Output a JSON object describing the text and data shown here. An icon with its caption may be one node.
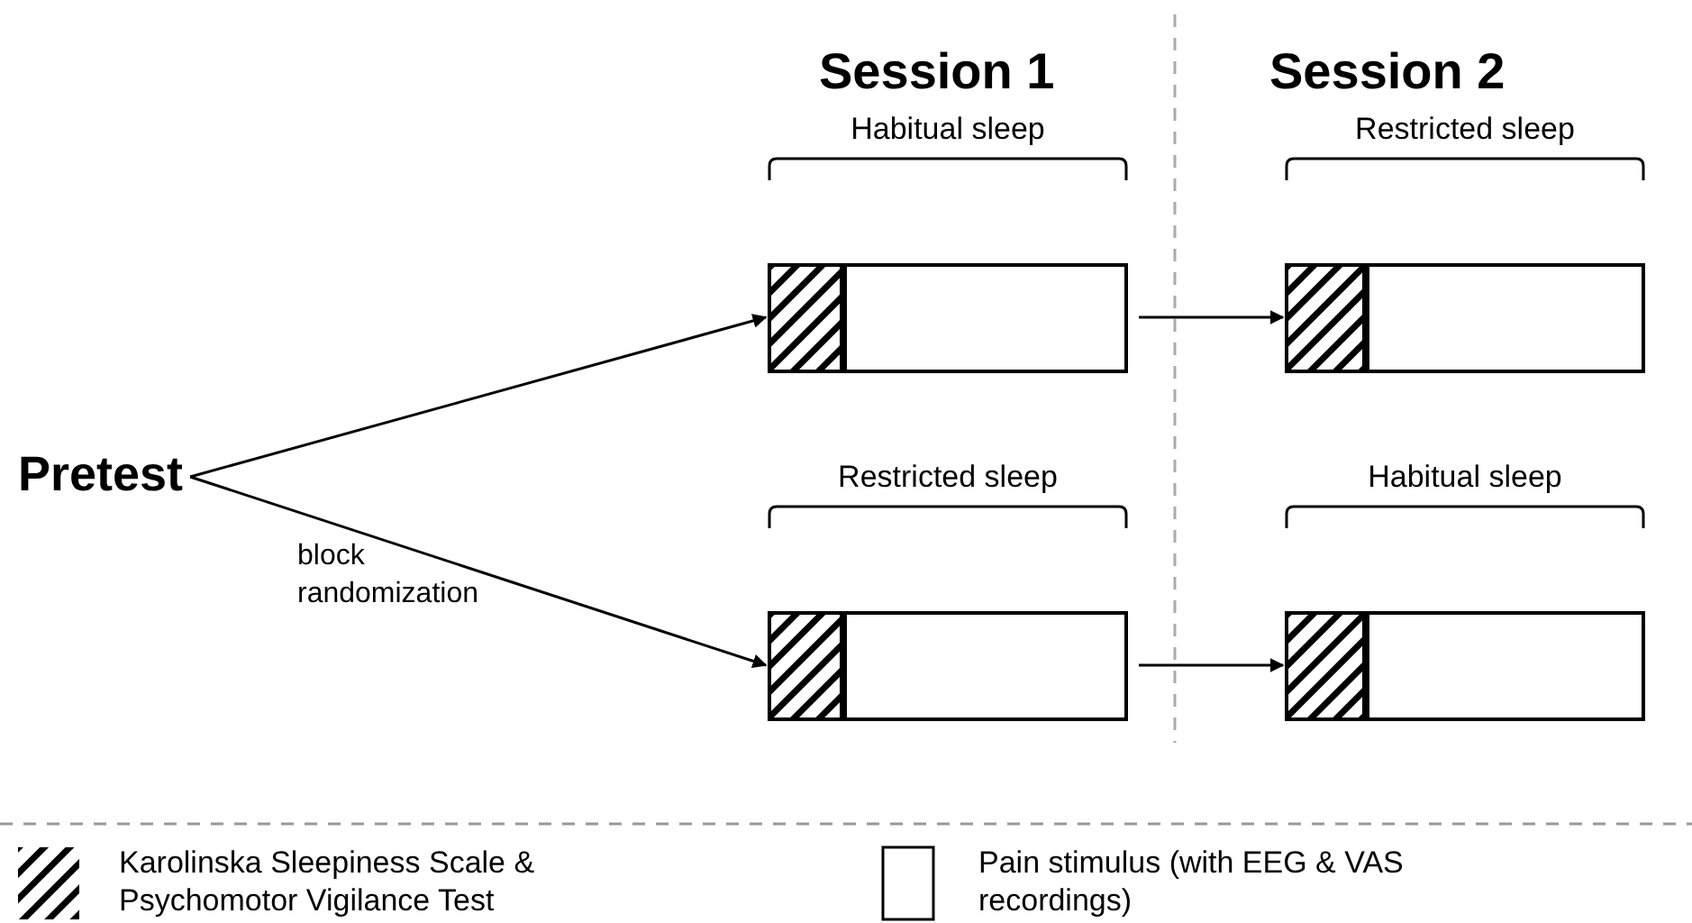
{
  "diagram": {
    "nodes": [
      {
        "text": [
          "Pretest"
        ]
      },
      {
        "text": [
          "Habitual sleep"
        ]
      },
      {
        "text": [
          "Restricted sleep"
        ]
      },
      {
        "text": [
          "Restricted sleep"
        ]
      },
      {
        "text": [
          "Habitual sleep"
        ]
      }
    ],
    "edges": [
      {
        "from": 0,
        "to": 1,
        "arrow": "to"
      },
      {
        "from": 0,
        "to": 3,
        "arrow": "to",
        "label": "block randomization"
      },
      {
        "from": 1,
        "to": 2,
        "arrow": "to"
      },
      {
        "from": 3,
        "to": 4,
        "arrow": "to"
      }
    ],
    "labels": [
      "Session 1",
      "Session 2"
    ],
    "legend": [
      {
        "text": "Karolinska Sleepiness Scale & Psychomotor Vigilance Test"
      },
      {
        "text": "Pain stimulus (with EEG & VAS recordings)"
      }
    ]
  }
}
